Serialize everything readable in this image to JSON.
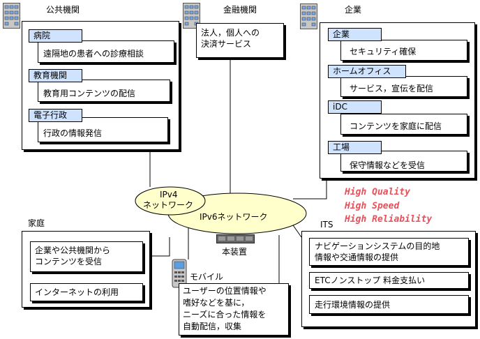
{
  "public": {
    "title": "公共機関",
    "items": [
      {
        "tag": "病院",
        "text": "遠隔地の患者への診療相談"
      },
      {
        "tag": "教育機関",
        "text": "教育用コンテンツの配信"
      },
      {
        "tag": "電子行政",
        "text": "行政の情報発信"
      }
    ]
  },
  "finance": {
    "title": "金融機関",
    "text": [
      "法人，個人への",
      "決済サービス"
    ]
  },
  "enterprise": {
    "title": "企業",
    "items": [
      {
        "tag": "企業",
        "text": "セキュリティ確保"
      },
      {
        "tag": "ホームオフィス",
        "text": "サービス，宣伝を配信"
      },
      {
        "tag": "iDC",
        "text": "コンテンツを家庭に配信"
      },
      {
        "tag": "工場",
        "text": "保守情報などを受信"
      }
    ]
  },
  "network": {
    "ipv4": [
      "IPv4",
      "ネットワーク"
    ],
    "ipv6": "IPv6ネットワーク",
    "device": "本装置"
  },
  "slogans": [
    "High Quality",
    "High Speed",
    "High Reliability"
  ],
  "home": {
    "title": "家庭",
    "items": [
      "企業や公共機関から\nコンテンツを受信",
      "インターネットの利用"
    ]
  },
  "mobile": {
    "title": "モバイル",
    "text": [
      "ユーザーの位置情報や",
      "嗜好などを基に，",
      "ニーズに合った情報を",
      "自動配信，収集"
    ]
  },
  "its": {
    "title": "ITS",
    "items": [
      "ナビゲーションシステムの目的地\n情報や交通情報の提供",
      "ETCノンストップ 料金支払い",
      "走行環境情報の提供"
    ]
  },
  "colors": {
    "tag_fill": "#cfe3ff",
    "ellipse_fill": "#ffffcc",
    "slogan": "#e8505a"
  }
}
